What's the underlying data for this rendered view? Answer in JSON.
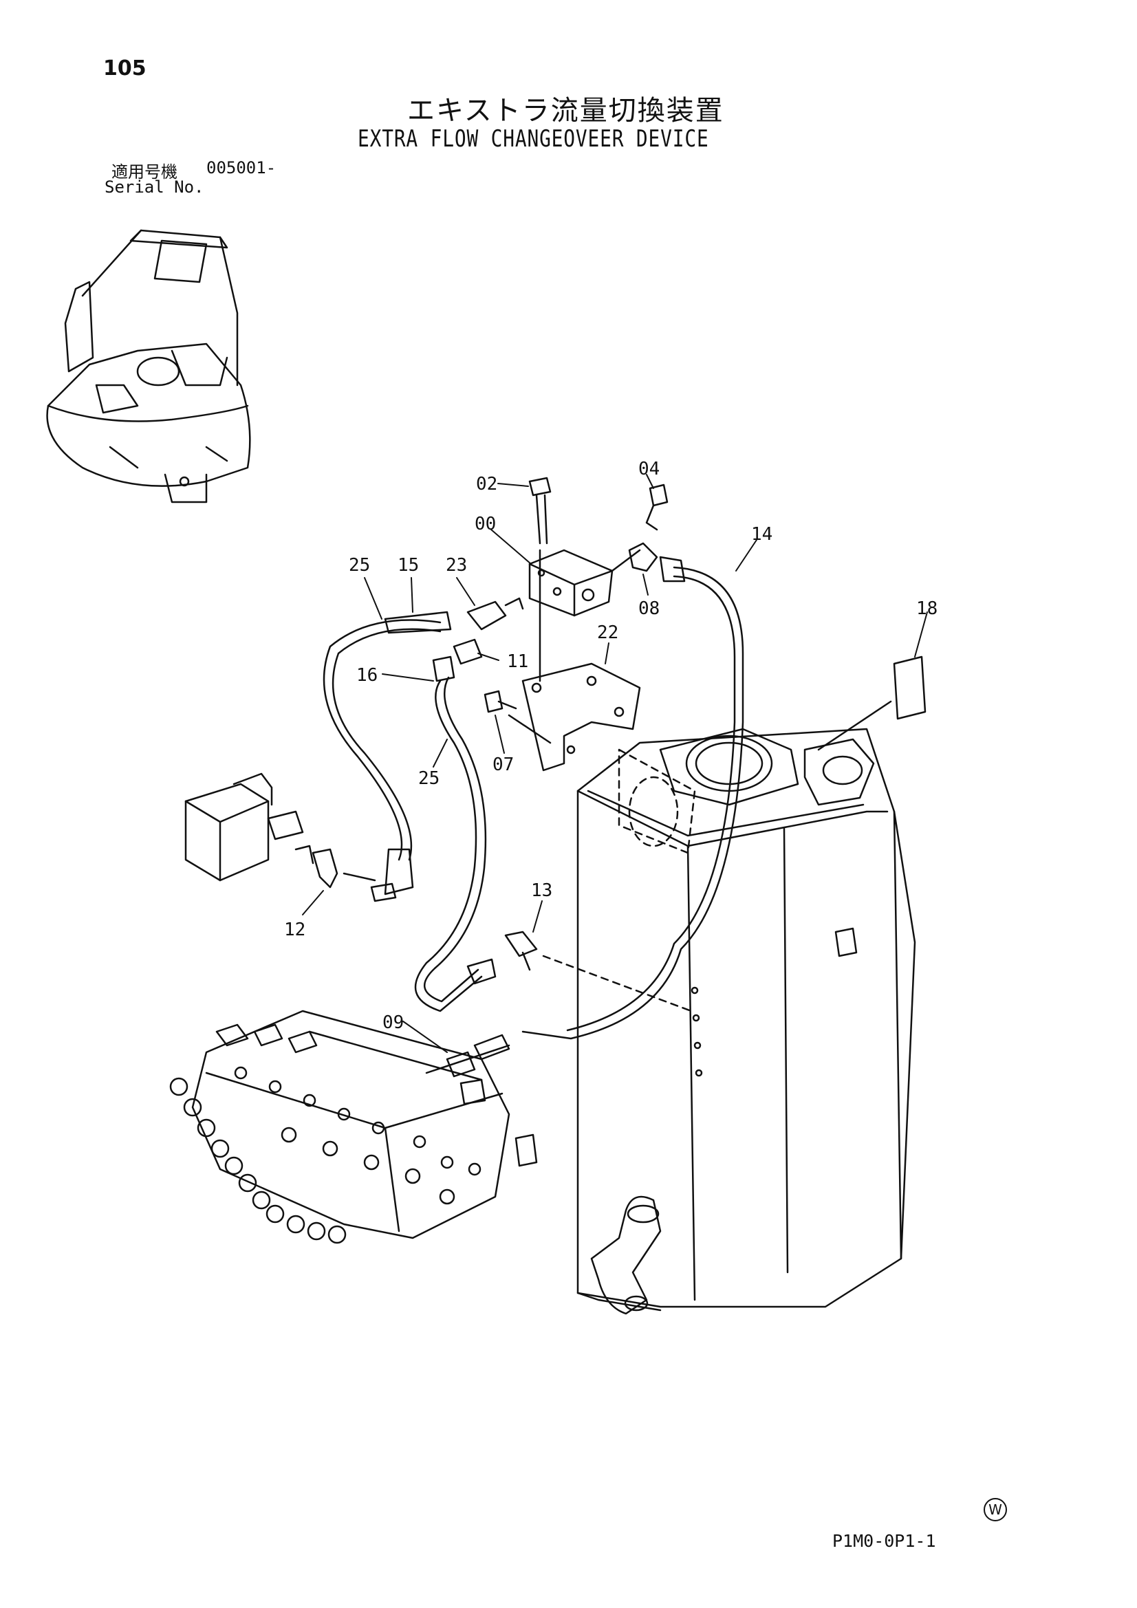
{
  "page_number": "105",
  "title_ja": "エキストラ流量切換装置",
  "title_en": "EXTRA FLOW CHANGEOVEER DEVICE",
  "serial": {
    "label_ja": "適用号機",
    "number": "005001-",
    "label_en": "Serial No."
  },
  "callouts": [
    "02",
    "04",
    "00",
    "14",
    "25",
    "15",
    "23",
    "08",
    "18",
    "22",
    "11",
    "16",
    "07",
    "25",
    "13",
    "12",
    "09"
  ],
  "footer": {
    "mark": "W",
    "drawing_code": "P1M0-0P1-1"
  }
}
